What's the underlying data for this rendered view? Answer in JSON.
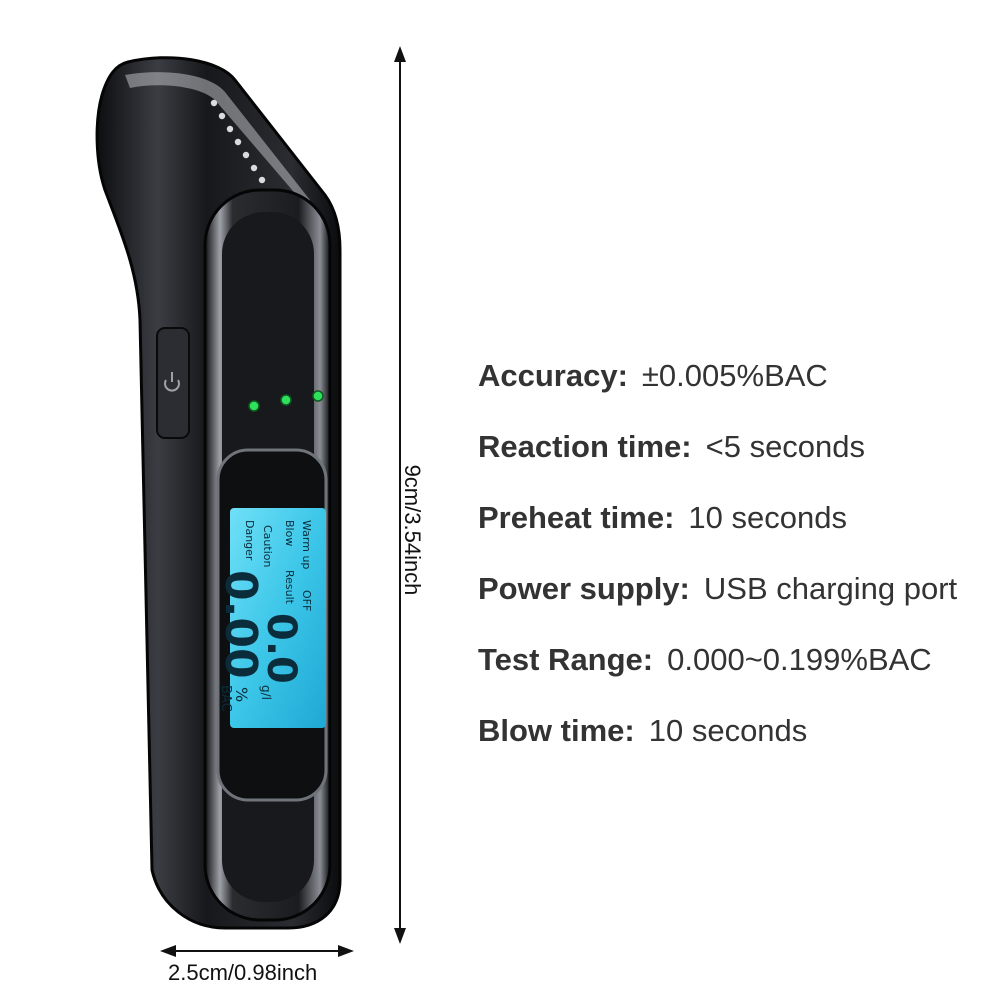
{
  "dimensions": {
    "height": "9cm/3.54inch",
    "width": "2.5cm/0.98inch"
  },
  "specs": [
    {
      "label": "Accuracy:",
      "value": "±0.005%BAC"
    },
    {
      "label": "Reaction time:",
      "value": "<5 seconds"
    },
    {
      "label": "Preheat time:",
      "value": "10 seconds"
    },
    {
      "label": "Power supply:",
      "value": "USB charging port"
    },
    {
      "label": "Test Range:",
      "value": "0.000~0.199%BAC"
    },
    {
      "label": "Blow time:",
      "value": "10 seconds"
    }
  ],
  "display": {
    "warm_up": "Warm up",
    "off": "OFF",
    "blow": "Blow",
    "result": "Result",
    "caution": "Caution",
    "danger": "Danger",
    "reading_gl": "0.0",
    "unit_gl": "g/l",
    "reading_bac": "0.00",
    "unit_pct": "%",
    "unit_bac": "BAC"
  },
  "colors": {
    "lcd_backlight": "#3cc6e8",
    "indicator_led": "#2ee05a",
    "body": "#1c1e22"
  },
  "icons": [
    "power-icon",
    "indicator-led",
    "vent-holes"
  ]
}
